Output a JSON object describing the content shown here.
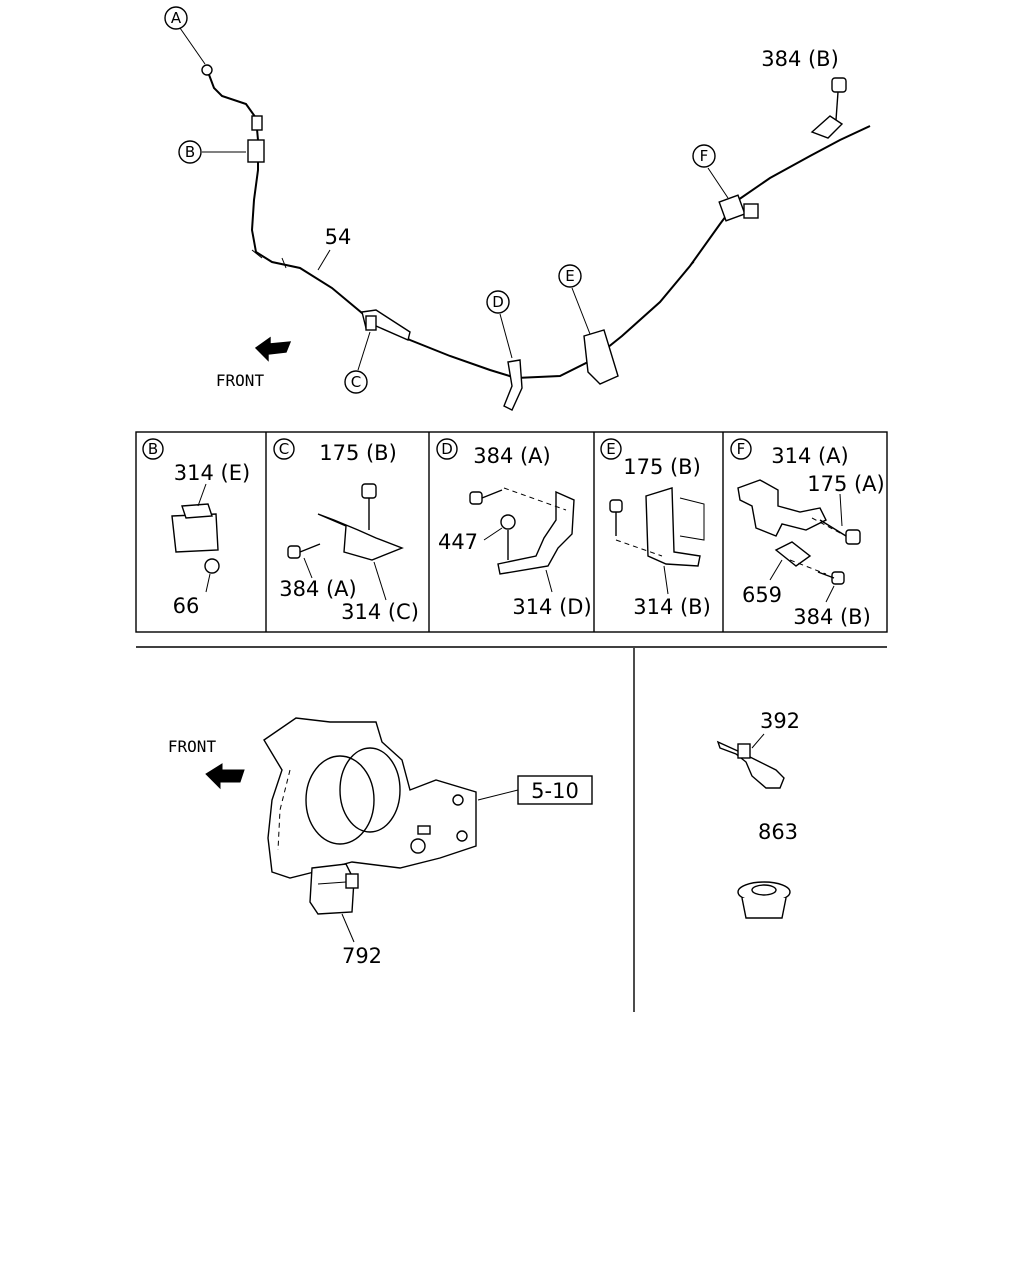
{
  "main_diagram": {
    "front_label": "FRONT",
    "cable_part": "54",
    "top_bolt_label": "384 (B)",
    "callouts": [
      "A",
      "B",
      "C",
      "D",
      "E",
      "F"
    ]
  },
  "detail_panels": [
    {
      "letter": "B",
      "labels": [
        "314 (E)",
        "66"
      ]
    },
    {
      "letter": "C",
      "labels": [
        "175 (B)",
        "384 (A)",
        "314 (C)"
      ]
    },
    {
      "letter": "D",
      "labels": [
        "384 (A)",
        "447",
        "314 (D)"
      ]
    },
    {
      "letter": "E",
      "labels": [
        "175 (B)",
        "314 (B)"
      ]
    },
    {
      "letter": "F",
      "labels": [
        "314 (A)",
        "175 (A)",
        "659",
        "384 (B)"
      ]
    }
  ],
  "bottom_left": {
    "front_label": "FRONT",
    "ref_box": "5-10",
    "part": "792"
  },
  "bottom_right": {
    "parts": [
      "392",
      "863"
    ]
  }
}
